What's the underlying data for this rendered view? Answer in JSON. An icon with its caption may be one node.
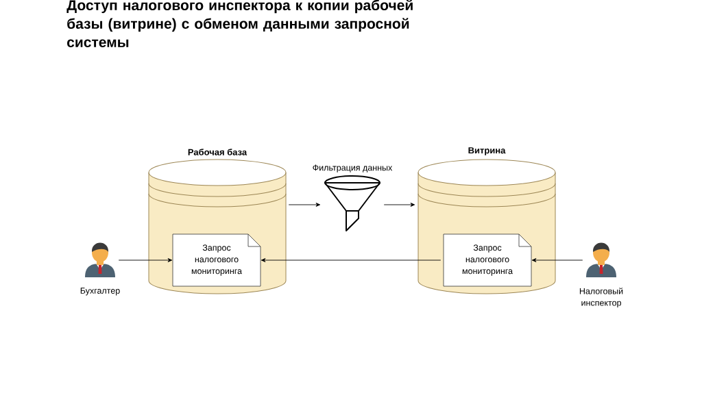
{
  "diagram": {
    "title": "Доступ налогового инспектора к копии рабочей базы (витрине) с обменом данными запросной системы",
    "nodes": [
      {
        "text": [
          "Рабочая база"
        ]
      },
      {
        "text": [
          "Запрос налогового мониторинга"
        ],
        "in": 0
      },
      {
        "text": [
          "Фильтрация данных"
        ]
      },
      {
        "text": [
          "Витрина"
        ]
      },
      {
        "text": [
          "Запрос налогового мониторинга"
        ],
        "in": 3
      },
      {
        "text": [],
        "shape": "person",
        "beside": [
          "Бухгалтер"
        ]
      },
      {
        "text": [],
        "shape": "person",
        "beside": [
          "Налоговый инспектор"
        ]
      }
    ],
    "edges": [
      {
        "from": 0,
        "to": 2,
        "arrow": "to"
      },
      {
        "from": 2,
        "to": 3,
        "arrow": "to"
      },
      {
        "from": 5,
        "to": 1,
        "arrow": "to"
      },
      {
        "from": 4,
        "to": 1,
        "arrow": "to"
      },
      {
        "from": 6,
        "to": 4,
        "arrow": "to"
      }
    ]
  }
}
